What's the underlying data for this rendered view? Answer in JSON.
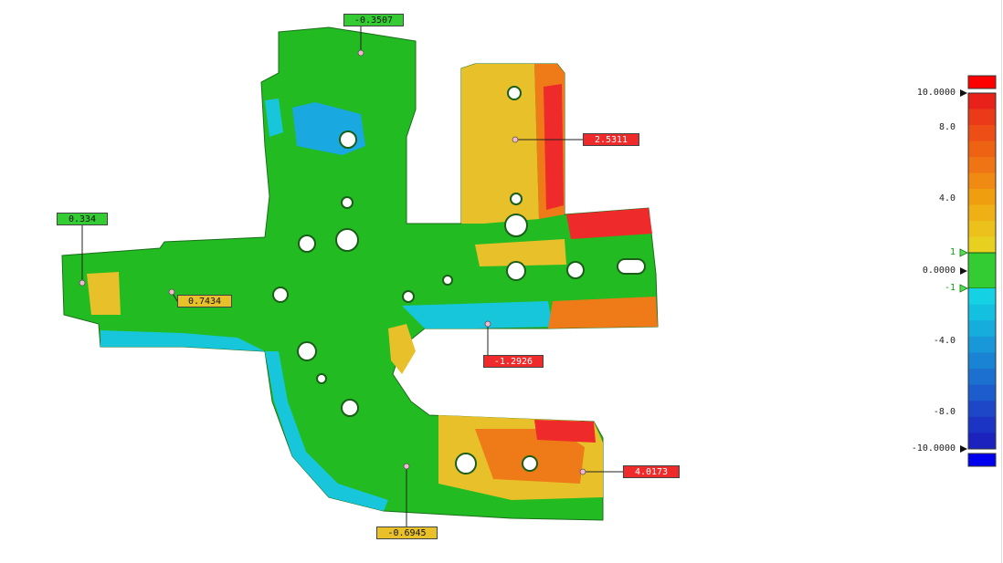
{
  "colors": {
    "green": "#22bb22",
    "light_green": "#66dd33",
    "cyan": "#18c6dc",
    "blue": "#1f7fd6",
    "yellow": "#e8c12a",
    "orange": "#ee7a18",
    "red": "#ee2a2a",
    "legend_top": "#ff0000",
    "legend_bottom": "#0000ee"
  },
  "callouts": [
    {
      "id": "top",
      "value": "-0.3507",
      "color": "green"
    },
    {
      "id": "left",
      "value": "0.334",
      "color": "green"
    },
    {
      "id": "mid-left",
      "value": "0.7434",
      "color": "yellow"
    },
    {
      "id": "upper-right",
      "value": "2.5311",
      "color": "red"
    },
    {
      "id": "mid-right",
      "value": "-1.2926",
      "color": "red"
    },
    {
      "id": "lower-right",
      "value": "4.0173",
      "color": "red"
    },
    {
      "id": "bottom",
      "value": "-0.6945",
      "color": "yellow"
    }
  ],
  "color_scale": {
    "max_label": "10.0000",
    "zero_label": "0.0000",
    "min_label": "-10.0000",
    "tick_labels": [
      "8.0",
      "4.0",
      "-4.0",
      "-8.0"
    ],
    "upper_tolerance": "1",
    "lower_tolerance": "-1",
    "band_colors": [
      "#e8221a",
      "#ea3a18",
      "#ec4e16",
      "#ee6214",
      "#ef7414",
      "#f08a12",
      "#ef9e10",
      "#eeb014",
      "#ecc11c",
      "#e8d020",
      "#33cc33",
      "#14d2e4",
      "#14c0e0",
      "#16acdc",
      "#1898d8",
      "#1a84d4",
      "#1c70d0",
      "#1c5ccc",
      "#1c48c8",
      "#1c34c4",
      "#1c22be"
    ]
  }
}
